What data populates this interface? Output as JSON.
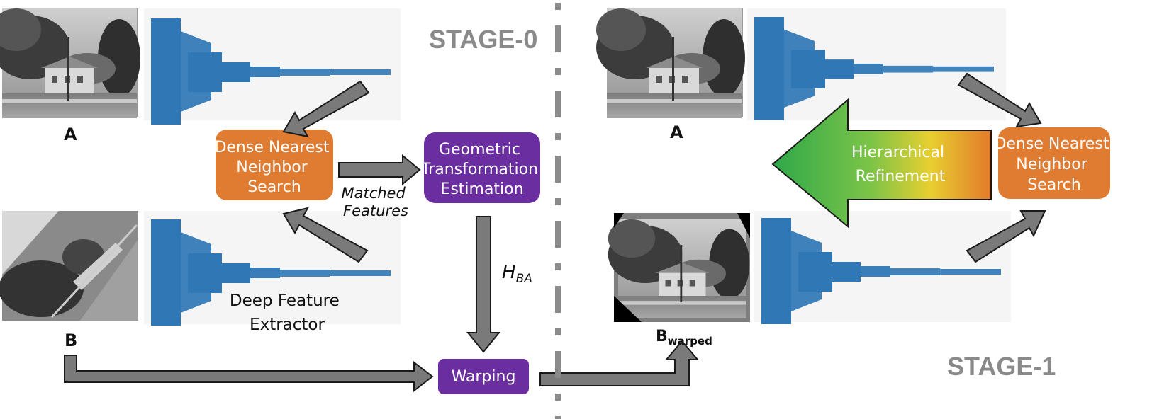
{
  "stage0": {
    "title": "STAGE-0",
    "image_a_label": "A",
    "image_b_label": "B",
    "dnn_label": [
      "Dense Nearest",
      "Neighbor",
      "Search"
    ],
    "matched_label": [
      "Matched",
      "Features"
    ],
    "gte_label": [
      "Geometric",
      "Transformation",
      "Estimation"
    ],
    "extractor_label": [
      "Deep Feature",
      "Extractor"
    ],
    "h_main": "H",
    "h_sub": "BA",
    "warping_label": "Warping"
  },
  "stage1": {
    "title": "STAGE-1",
    "image_a_label": "A",
    "image_bwarped_main": "B",
    "image_bwarped_sub": "warped",
    "dnn_label": [
      "Dense Nearest",
      "Neighbor",
      "Search"
    ],
    "refinement_label": [
      "Hierarchical",
      "Refinement"
    ]
  },
  "colors": {
    "orange": "#e07b32",
    "purple": "#6b2ea0",
    "extractor_blue": "#2f77b5",
    "arrow_gray": "#7a7a7a",
    "divider_gray": "#8a8a8a",
    "panel_bg": "#f5f5f5",
    "gradient": [
      "#2fa84a",
      "#9bcf4a",
      "#f2c42a",
      "#e27a2a"
    ]
  }
}
